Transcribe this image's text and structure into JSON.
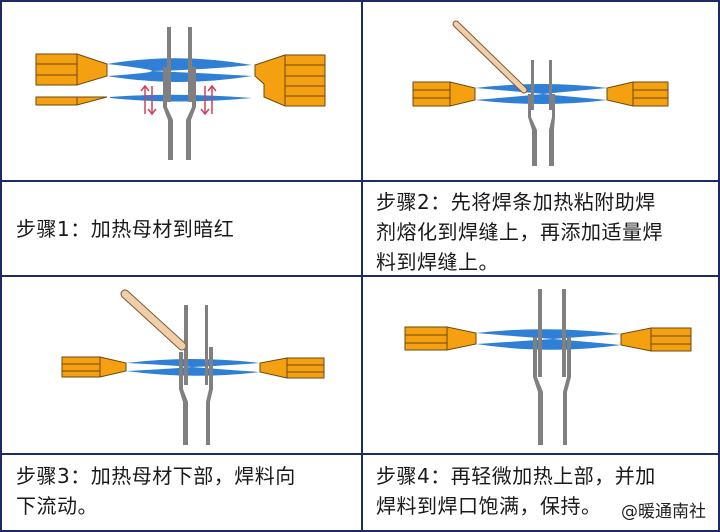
{
  "steps": [
    {
      "label": "步骤1：加热母材到暗红"
    },
    {
      "label_lines": [
        "步骤2：先将焊条加热粘附助焊",
        "剂熔化到焊缝上，再添加适量焊",
        "料到焊缝上。"
      ]
    },
    {
      "label_lines": [
        "步骤3：加热母材下部，焊料向",
        "下流动。"
      ]
    },
    {
      "label_lines": [
        "步骤4：再轻微加热上部，并加",
        "焊料到焊口饱满，保持。"
      ]
    }
  ],
  "watermark": "@暖通南社",
  "colors": {
    "torch_orange": "#f5a010",
    "flame_blue": "#2f7fd6",
    "pipe_gray": "#808080",
    "rod_tan": "#f0cfa8",
    "arrow_red": "#d0405a",
    "border_navy": "#1e2a66"
  }
}
